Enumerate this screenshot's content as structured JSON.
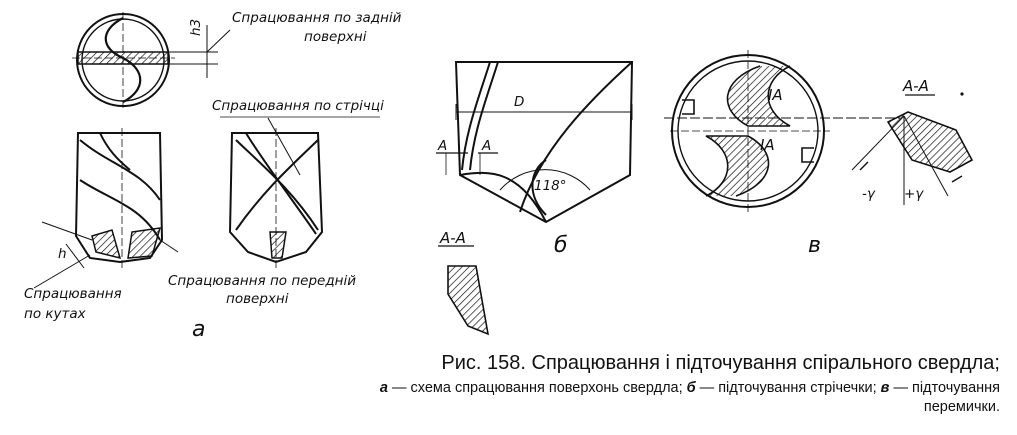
{
  "labels": {
    "wear_back_surface_line1": "Спрацювання по задній",
    "wear_back_surface_line2": "поверхні",
    "h3": "h3",
    "wear_margin": "Спрацювання по стрічці",
    "wear_corners_line1": "Спрацювання",
    "wear_corners_line2": "по кутах",
    "h": "h",
    "wear_front_surface_line1": "Спрацювання по передній",
    "wear_front_surface_line2": "поверхні",
    "sub_a": "а",
    "D": "D",
    "A_left": "A",
    "A_right": "A",
    "angle": "118°",
    "section_AA_b": "A-A",
    "sub_b": "б",
    "one_a_top": "IA",
    "one_a_bottom": "IA",
    "section_AA_v": "A-A",
    "minus_gamma": "-γ",
    "plus_gamma": "+γ",
    "sub_v": "в"
  },
  "caption": {
    "title": "Рис. 158. Спрацювання і підточування спірального свердла;",
    "a_letter": "а",
    "a_text": "— схема спрацювання поверхонь свердла;",
    "b_letter": "б",
    "b_text": "— підточування стрічечки;",
    "v_letter": "в",
    "v_text": "— підточування",
    "v_text_cont": "перемички."
  }
}
